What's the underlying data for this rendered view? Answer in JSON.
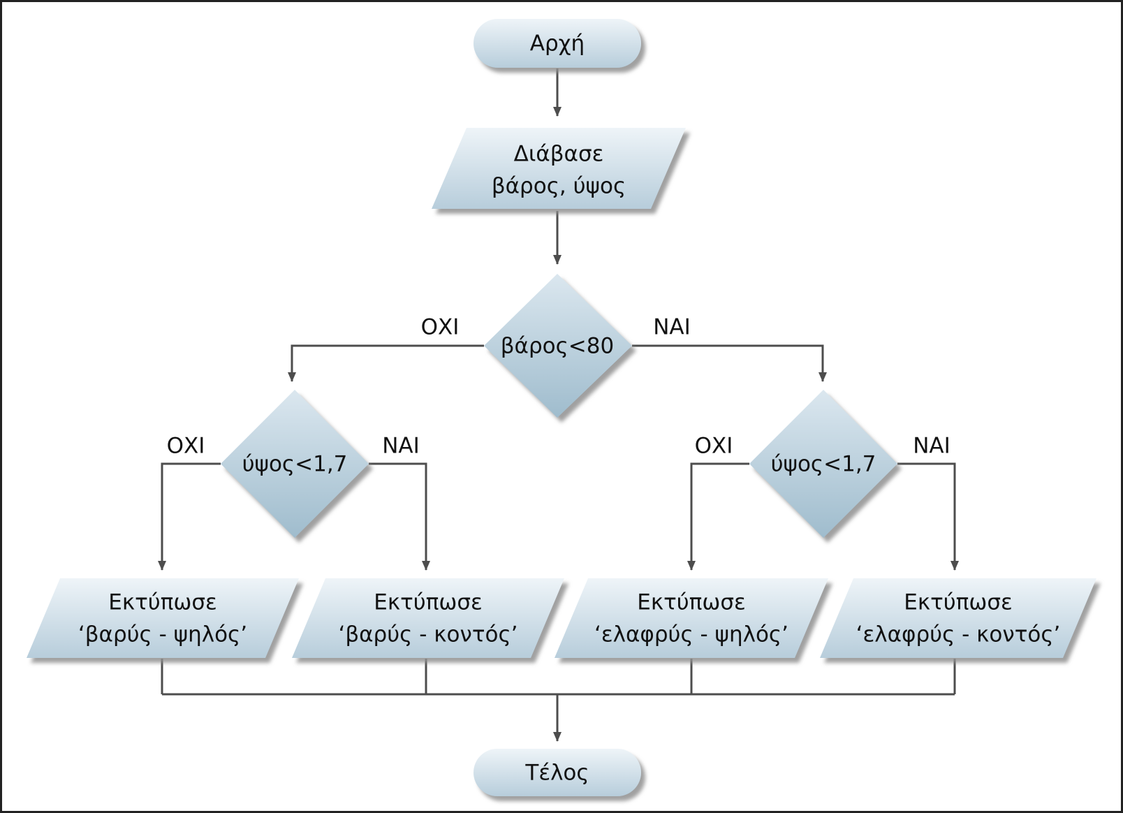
{
  "nodes": {
    "start": {
      "text": "Αρχή"
    },
    "input": {
      "line1": "Διάβασε",
      "line2": "βάρος, ύψος"
    },
    "decision_weight": {
      "text": "βάρος<80"
    },
    "decision_height_left": {
      "text": "ύψος<1,7"
    },
    "decision_height_right": {
      "text": "ύψος<1,7"
    },
    "print_heavy_tall": {
      "line1": "Εκτύπωσε",
      "line2": "‘βαρύς - ψηλός’"
    },
    "print_heavy_short": {
      "line1": "Εκτύπωσε",
      "line2": "‘βαρύς - κοντός’"
    },
    "print_light_tall": {
      "line1": "Εκτύπωσε",
      "line2": "‘ελαφρύς - ψηλός’"
    },
    "print_light_short": {
      "line1": "Εκτύπωσε",
      "line2": "‘ελαφρύς - κοντός’"
    },
    "end": {
      "text": "Τέλος"
    }
  },
  "edge_labels": {
    "weight_no": "ΟΧΙ",
    "weight_yes": "ΝΑΙ",
    "height_left_no": "ΟΧΙ",
    "height_left_yes": "ΝΑΙ",
    "height_right_no": "ΟΧΙ",
    "height_right_yes": "ΝΑΙ"
  },
  "colors": {
    "shape_fill_light": "#eef4f8",
    "shape_fill_dark": "#b7cddb",
    "shadow": "#8f8f8f",
    "line": "#4d4d4d",
    "frame": "#222222"
  }
}
